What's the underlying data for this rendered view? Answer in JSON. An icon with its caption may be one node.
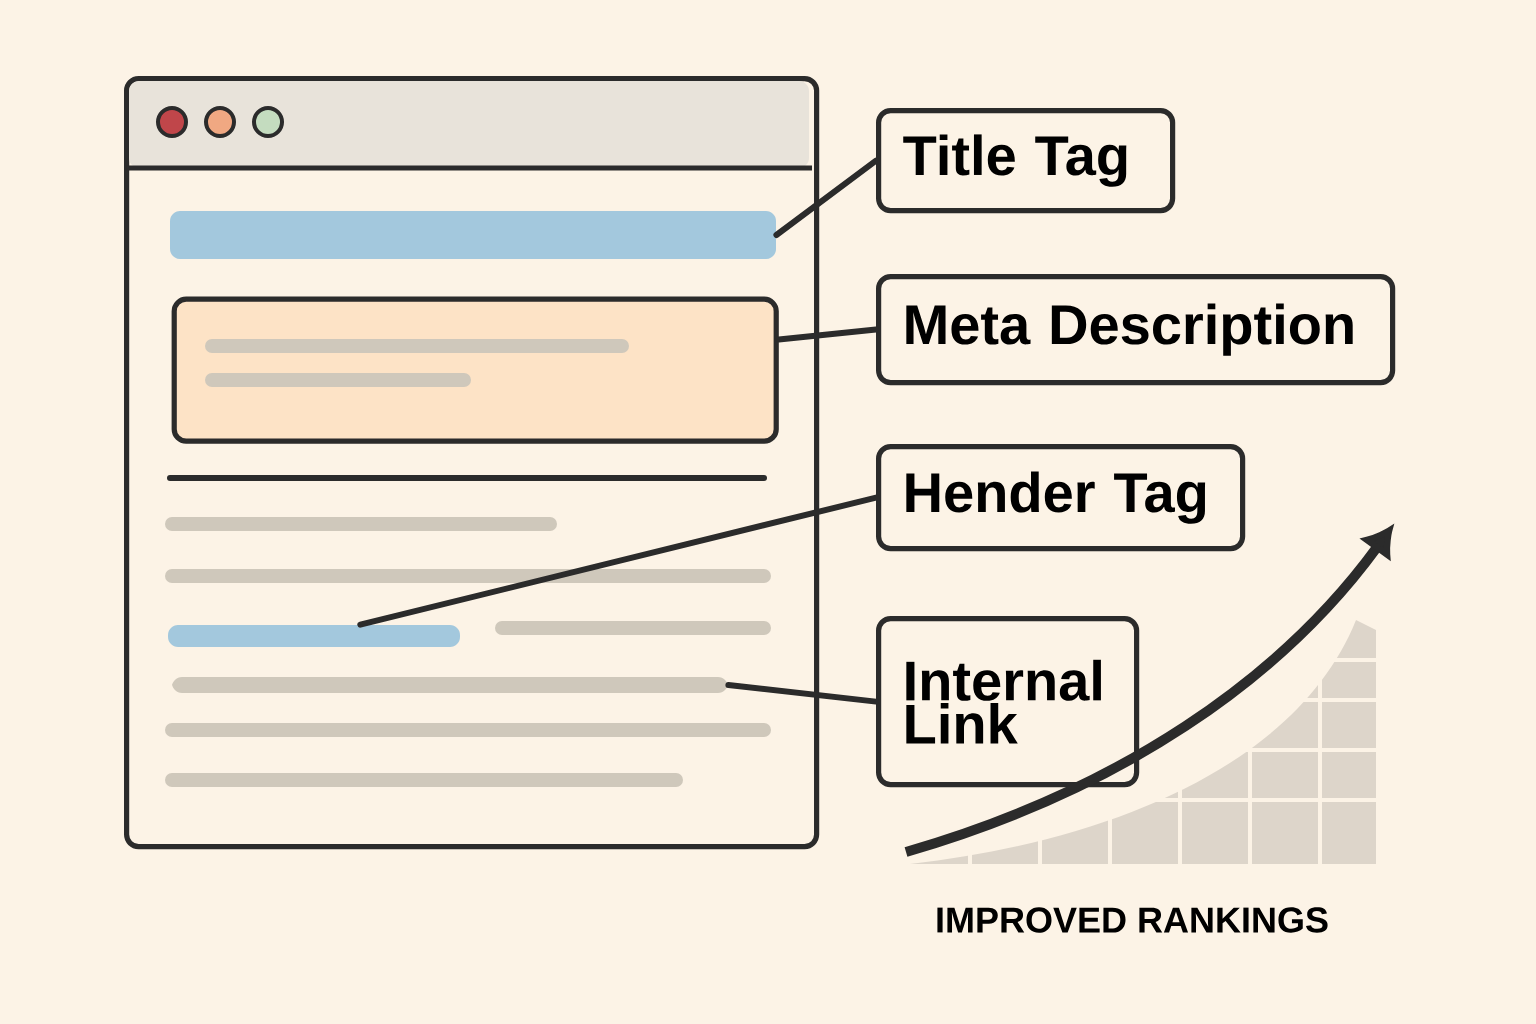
{
  "diagram": {
    "nodes": [
      {
        "text": [],
        "shape": "box"
      },
      {
        "text": [],
        "shape": "bar",
        "in": 0
      },
      {
        "text": [],
        "shape": "box",
        "in": 0
      },
      {
        "text": [],
        "shape": "bar",
        "in": 0
      },
      {
        "text": [],
        "shape": "bar",
        "in": 0
      },
      {
        "text": [
          "Title Tag"
        ]
      },
      {
        "text": [
          "Meta Description"
        ]
      },
      {
        "text": [
          "Hender Tag"
        ]
      },
      {
        "text": [
          "Internal Link"
        ]
      }
    ],
    "edges": [
      {
        "from": 5,
        "to": 1,
        "arrow": "none"
      },
      {
        "from": 6,
        "to": 2,
        "arrow": "none"
      },
      {
        "from": 7,
        "to": 3,
        "arrow": "none"
      },
      {
        "from": 8,
        "to": 4,
        "arrow": "none"
      }
    ],
    "labels": [
      "IMPROVED RANKINGS"
    ]
  }
}
